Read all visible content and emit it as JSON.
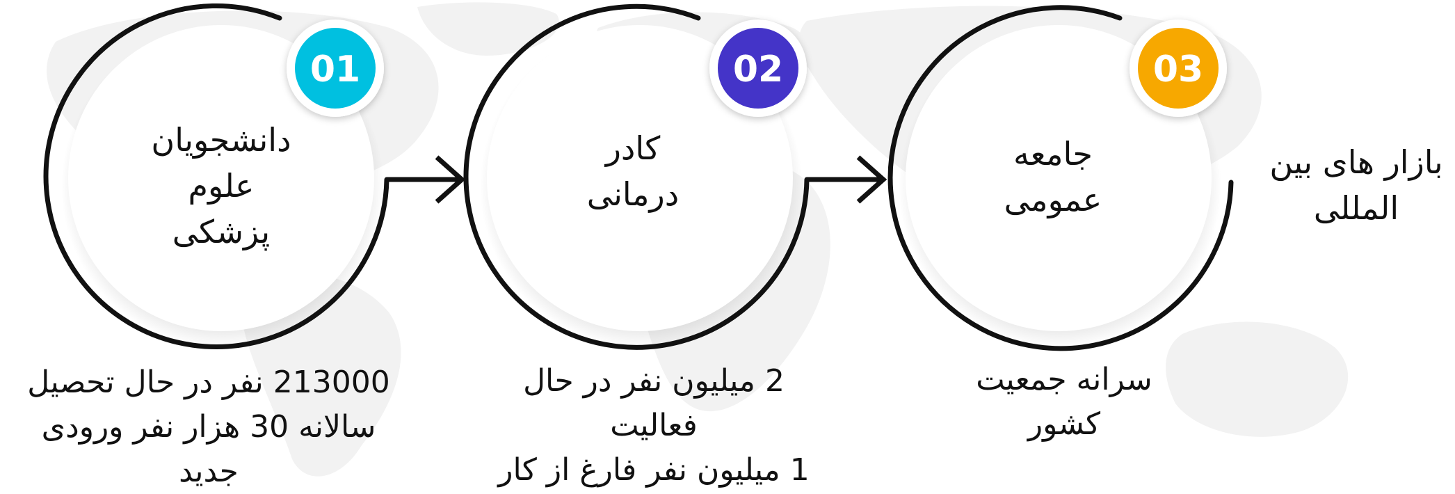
{
  "colors": {
    "stage_1": "#00c0e0",
    "stage_2": "#4434c8",
    "stage_3": "#f7a800",
    "ring": "#111111",
    "map": "#f3f3f3"
  },
  "stages": [
    {
      "badge": "01",
      "title_lines": [
        "دانشجویان",
        "علوم",
        "پزشکی"
      ],
      "desc_lines": [
        "213000 نفر در حال تحصیل",
        "سالانه 30 هزار نفر ورودی",
        "جدید"
      ]
    },
    {
      "badge": "02",
      "title_lines": [
        "کادر",
        "درمانی"
      ],
      "desc_lines": [
        "2 میلیون نفر در حال",
        "فعالیت",
        "1 میلیون نفر  فارغ از کار"
      ]
    },
    {
      "badge": "03",
      "title_lines": [
        "جامعه",
        "عمومی"
      ],
      "desc_lines": [
        "سرانه جمعیت",
        "کشور"
      ]
    }
  ],
  "final_stage": {
    "title_lines": [
      "بازار های بین",
      "المللی"
    ]
  }
}
